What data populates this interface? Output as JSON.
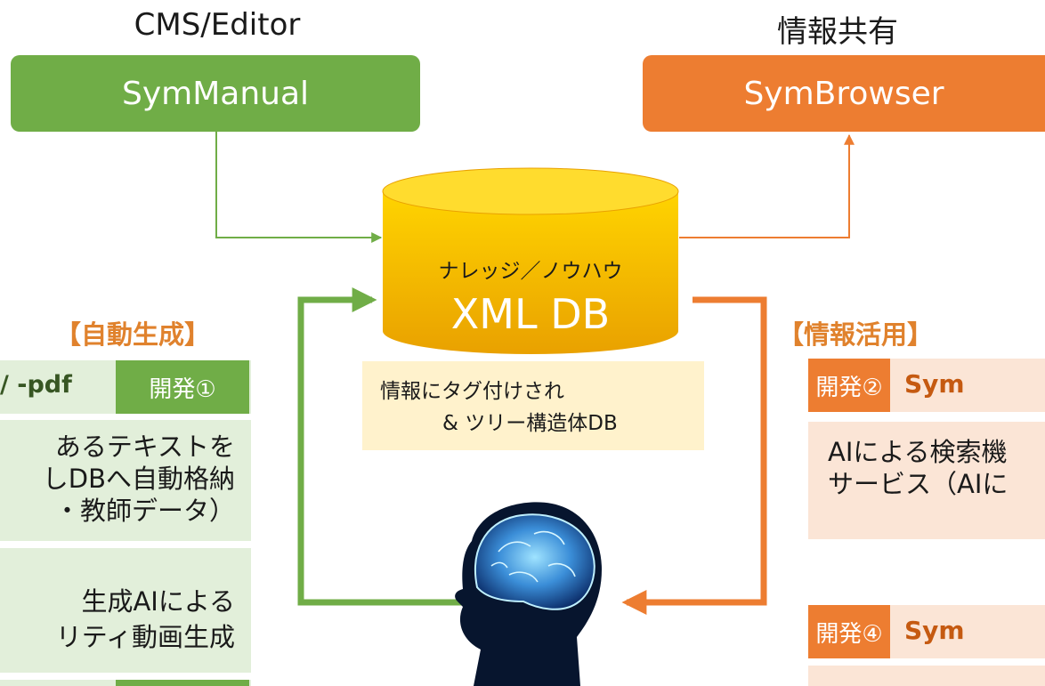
{
  "left_tool": {
    "caption": "CMS/Editor",
    "name": "SymManual"
  },
  "right_tool": {
    "caption": "情報共有",
    "name": "SymBrowser"
  },
  "database": {
    "subtitle": "ナレッジ／ノウハウ",
    "title": "XML DB"
  },
  "db_note": {
    "line1": "情報にタグ付けされ",
    "line2": "& ツリー構造体DB"
  },
  "left_section": {
    "heading": "【自動生成】",
    "header_text": "/ -pdf",
    "badge": "開発①",
    "block1": [
      "あるテキストを",
      "しDBへ自動格納",
      "・教師データ）"
    ],
    "block2": [
      "生成AIによる",
      "リティ動画生成"
    ]
  },
  "right_section": {
    "heading": "【情報活用】",
    "badge1": "開発②",
    "name1": "Sym",
    "block1": [
      "AIによる検索機",
      "サービス（AIに"
    ],
    "badge2": "開発④",
    "name2": "Sym"
  },
  "colors": {
    "green": "#70ad47",
    "orange": "#ed7d31",
    "gold": "#f4b400"
  }
}
